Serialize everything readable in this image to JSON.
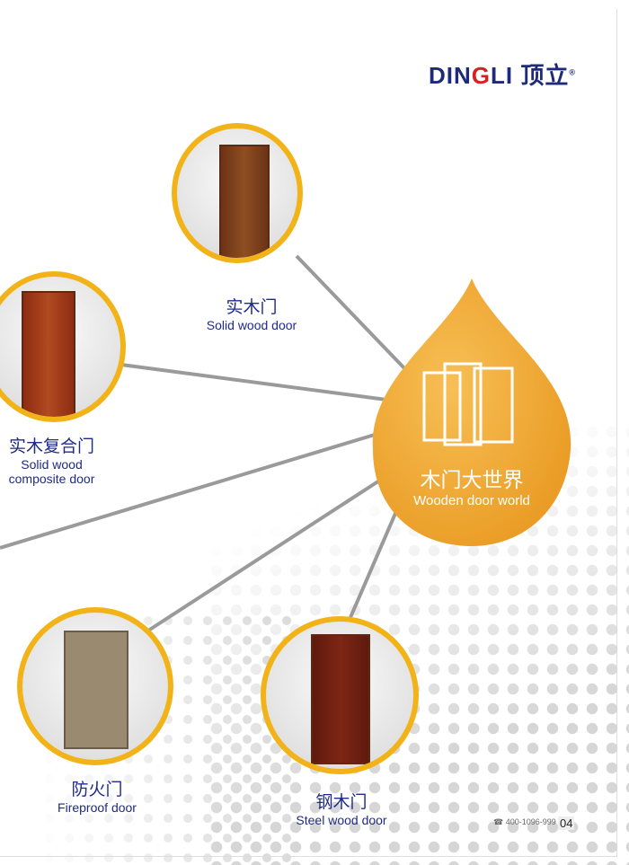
{
  "brand": {
    "name_latin_pre": "DIN",
    "name_latin_g": "G",
    "name_latin_post": "LI",
    "name_zh": "顶立",
    "reg": "®"
  },
  "center": {
    "zh": "木门大世界",
    "en": "Wooden door world",
    "color": "#f0a830"
  },
  "products": [
    {
      "zh": "实木门",
      "en": "Solid wood door"
    },
    {
      "zh": "实木复合门",
      "en": "Solid wood",
      "en2": "composite door"
    },
    {
      "zh": "防火门",
      "en": "Fireproof door"
    },
    {
      "zh": "钢木门",
      "en": "Steel wood door"
    }
  ],
  "footer": {
    "phone_icon": "phone-icon",
    "phone": "400-1096-999",
    "page": "04"
  },
  "colors": {
    "ring": "#f2b318",
    "text": "#1f2a8a"
  }
}
